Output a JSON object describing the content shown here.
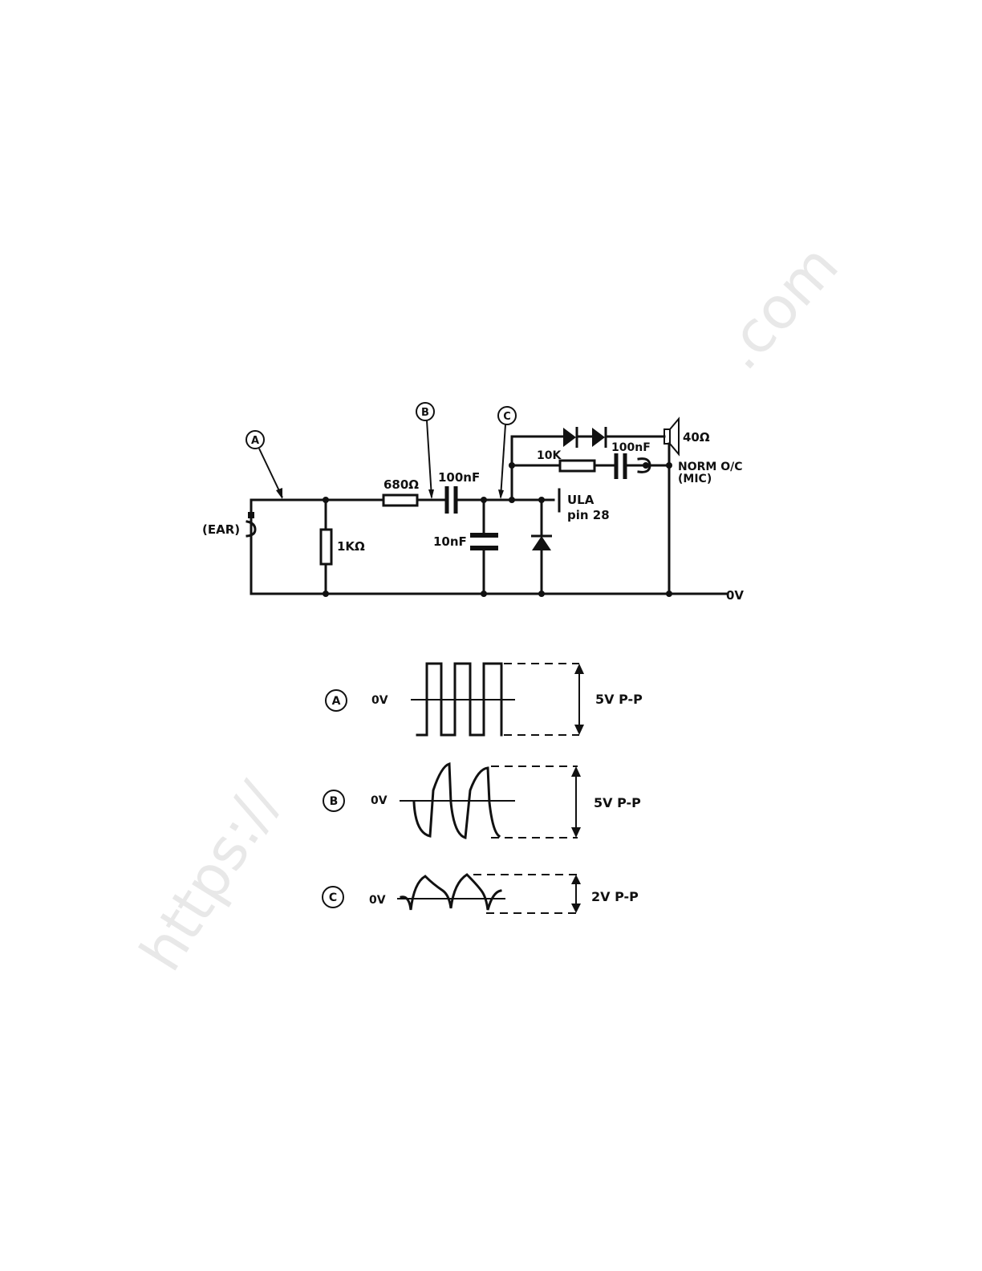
{
  "watermark": {
    "left_text": "https://",
    "right_text": ".com"
  },
  "schematic": {
    "node_markers": {
      "a": "A",
      "b": "B",
      "c": "C"
    },
    "labels": {
      "ear": "(EAR)",
      "r1": "1KΩ",
      "r2": "680Ω",
      "c1": "100nF",
      "c2": "10nF",
      "ula1": "ULA",
      "ula2": "pin 28",
      "r3": "10K",
      "c3": "100nF",
      "spk": "40Ω",
      "mic1": "NORM O/C",
      "mic2": "(MIC)",
      "gnd": "0V"
    }
  },
  "waveforms": [
    {
      "marker": "A",
      "zero_label": "0V",
      "amplitude": "5V  P-P",
      "shape": "square"
    },
    {
      "marker": "B",
      "zero_label": "0V",
      "amplitude": "5V  P-P",
      "shape": "sawtooth"
    },
    {
      "marker": "C",
      "zero_label": "0V",
      "amplitude": "2V  P-P",
      "shape": "spike"
    }
  ]
}
